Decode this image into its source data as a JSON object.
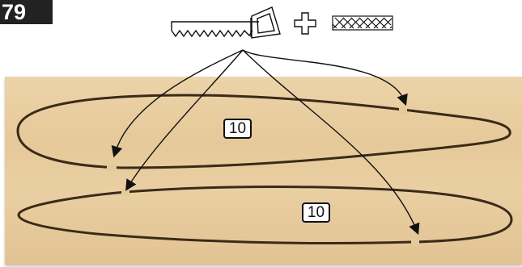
{
  "step": {
    "number": "79"
  },
  "tools": {
    "items": [
      {
        "icon": "saw-icon"
      },
      {
        "icon": "plus-icon"
      },
      {
        "icon": "sandpaper-icon"
      }
    ]
  },
  "parts": [
    {
      "label": "10"
    },
    {
      "label": "10"
    }
  ],
  "colors": {
    "badge_bg": "#222222",
    "wood": "#e6c99a",
    "cut_line": "#3a2a18",
    "arrow": "#111111"
  }
}
